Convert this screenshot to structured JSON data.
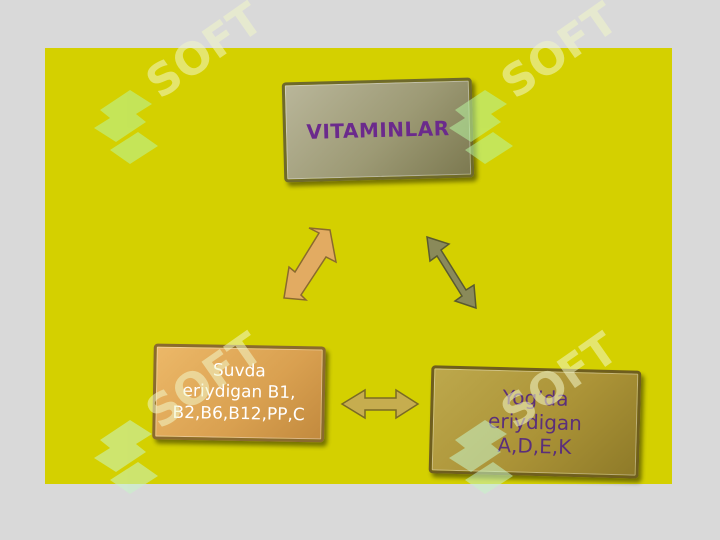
{
  "nodes": {
    "top": {
      "lines": [
        "VITAMINLAR"
      ]
    },
    "left": {
      "lines": [
        "Suvda",
        "eriydigan B1,",
        "B2,B6,B12,PP,C"
      ]
    },
    "right": {
      "lines": [
        "Yog’da",
        "eriydigan",
        "A,D,E,K"
      ]
    }
  },
  "watermark": {
    "text": "SOFT"
  },
  "colors": {
    "background": "#d9d9d9",
    "slide": "#d4d000",
    "arrow_left": "#e2ab62",
    "arrow_right": "#8a8a5a",
    "arrow_bottom": "#c6ad4f"
  }
}
